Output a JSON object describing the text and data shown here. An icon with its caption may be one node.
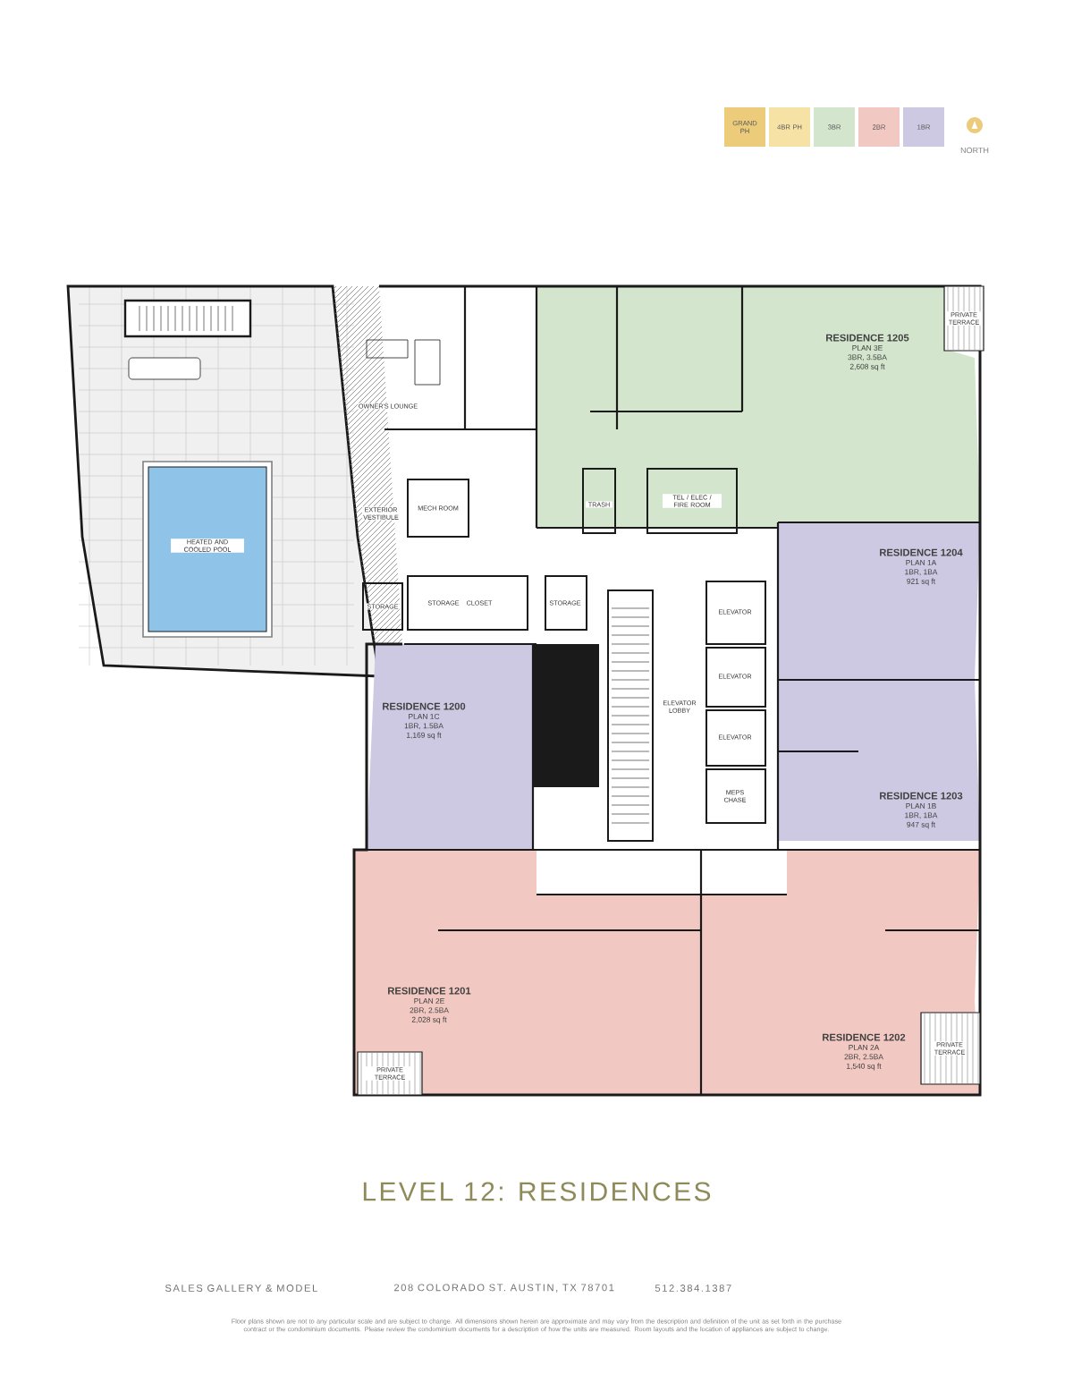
{
  "diagram": {
    "title": "LEVEL 12: RESIDENCES",
    "nodes": [
      {
        "text": [
          "HEATED AND COOLED POOL"
        ]
      },
      {
        "text": [
          "OWNER'S LOUNGE"
        ]
      },
      {
        "text": [
          "EXTERIOR VESTIBULE"
        ]
      },
      {
        "text": [
          "MECH ROOM"
        ]
      },
      {
        "text": [
          "TRASH"
        ]
      },
      {
        "text": [
          "TEL / ELEC / FIRE ROOM"
        ]
      },
      {
        "text": [
          "RESIDENCE 1205",
          "PLAN 3E",
          "3BR, 3.5BA",
          "2,608 sq ft"
        ]
      },
      {
        "text": [
          "PRIVATE TERRACE"
        ]
      },
      {
        "text": [
          "STORAGE"
        ]
      },
      {
        "text": [
          "STORAGE"
        ]
      },
      {
        "text": [
          "CLOSET"
        ]
      },
      {
        "text": [
          "STORAGE"
        ]
      },
      {
        "text": [
          "RESIDENCE 1204",
          "PLAN 1A",
          "1BR, 1BA",
          "921 sq ft"
        ]
      },
      {
        "text": [
          "ELEVATOR"
        ]
      },
      {
        "text": [
          "ELEVATOR"
        ]
      },
      {
        "text": [
          "ELEVATOR LOBBY"
        ]
      },
      {
        "text": [
          "RESIDENCE 1200",
          "PLAN 1C",
          "1BR, 1.5BA",
          "1,169 sq ft"
        ]
      },
      {
        "text": [
          "ELEVATOR"
        ]
      },
      {
        "text": [
          "MEPS CHASE"
        ]
      },
      {
        "text": [
          "RESIDENCE 1203",
          "PLAN 1B",
          "1BR, 1BA",
          "947 sq ft"
        ]
      },
      {
        "text": [
          "RESIDENCE 1201",
          "PLAN 2E",
          "2BR, 2.5BA",
          "2,028 sq ft"
        ]
      },
      {
        "text": [
          "RESIDENCE 1202",
          "PLAN 2A",
          "2BR, 2.5BA",
          "1,540 sq ft"
        ]
      },
      {
        "text": [
          "PRIVATE TERRACE"
        ]
      },
      {
        "text": [
          "PRIVATE TERRACE"
        ]
      }
    ],
    "labels": [
      "NORTH",
      "SALES GALLERY & MODEL",
      "208 COLORADO ST. AUSTIN, TX 78701",
      "512.384.1387",
      "Floor plans shown are not to any particular scale and are subject to change. All dimensions shown herein are approximate and may vary from the description and definition of the unit as set forth in the purchase contract or the condominium documents. Please review the condominium documents for a description of how the units are measured. Room layouts and the location of appliances are subject to change."
    ],
    "legend": [
      {
        "text": "GRAND PH",
        "color": "#eccb7a"
      },
      {
        "text": "4BR PH",
        "color": "#f6e2a4"
      },
      {
        "text": "3BR",
        "color": "#d3e5cc"
      },
      {
        "text": "2BR",
        "color": "#f2c9c2"
      },
      {
        "text": "1BR",
        "color": "#cdc9e2"
      }
    ]
  }
}
